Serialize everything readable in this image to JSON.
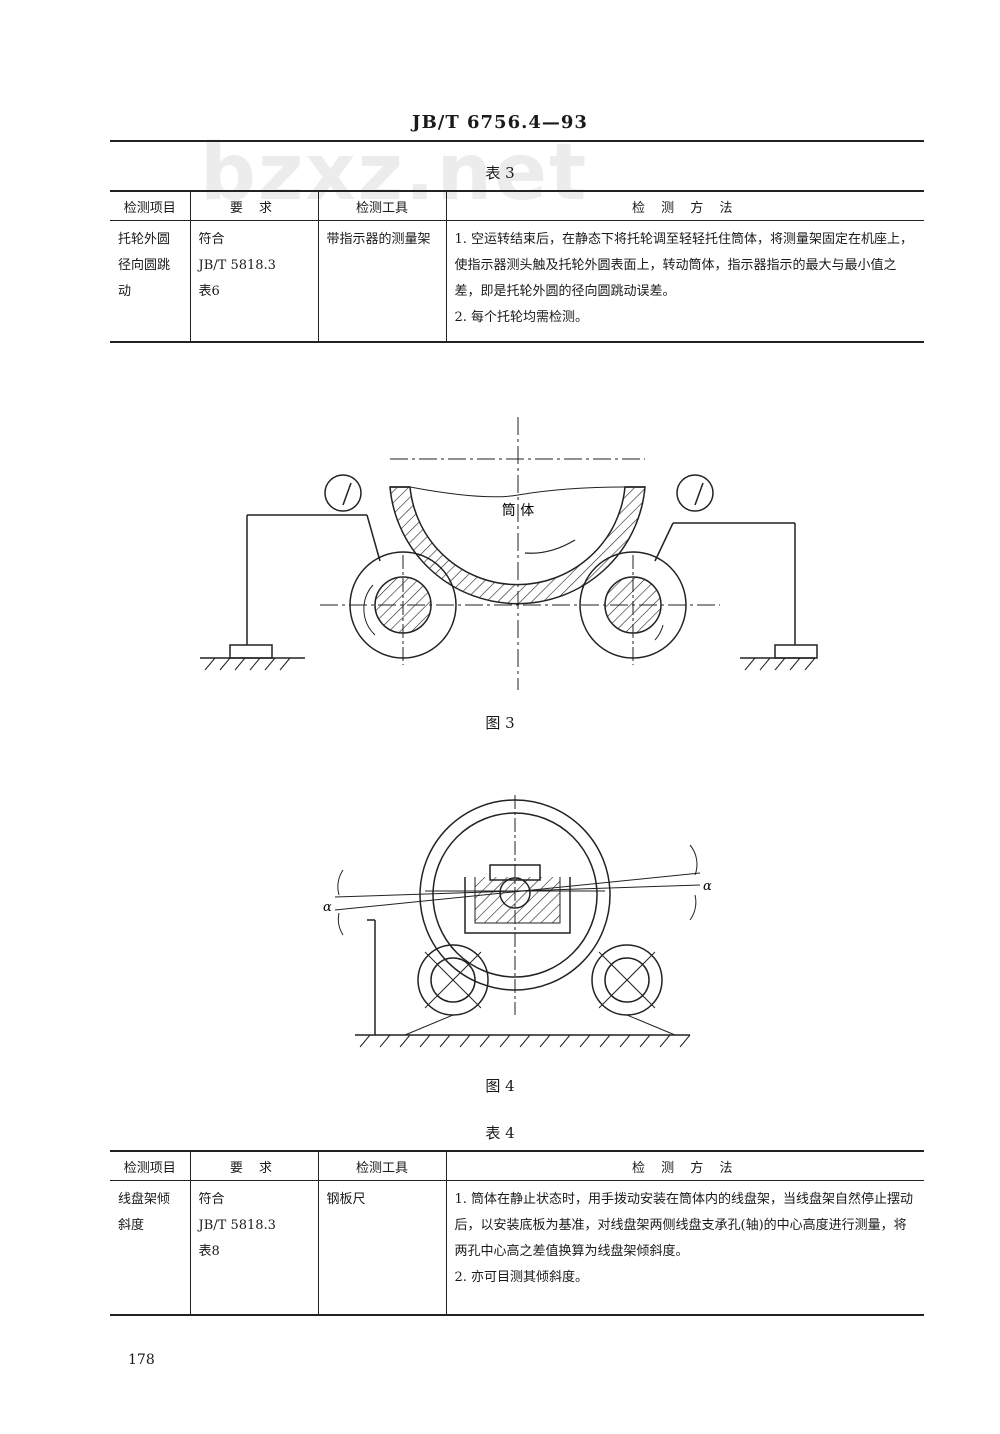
{
  "header": "JB/T 6756.4—93",
  "watermark": "bzxz.net",
  "table3": {
    "title": "表 3",
    "headers": [
      "检测项目",
      "要 求",
      "检测工具",
      "检 测 方 法"
    ],
    "row": {
      "item": "托轮外圆径向圆跳动",
      "requirement": "符合\nJB/T 5818.3\n表6",
      "tool": "带指示器的测量架",
      "method": "1. 空运转结束后，在静态下将托轮调至轻轻托住筒体，将测量架固定在机座上，使指示器测头触及托轮外圆表面上，转动筒体，指示器指示的最大与最小值之差，即是托轮外圆的径向圆跳动误差。\n2. 每个托轮均需检测。"
    }
  },
  "figure3": {
    "caption": "图 3",
    "label": "筒 体"
  },
  "figure4": {
    "caption": "图 4",
    "alpha_label": "α"
  },
  "table4": {
    "title": "表 4",
    "headers": [
      "检测项目",
      "要 求",
      "检测工具",
      "检 测 方 法"
    ],
    "row": {
      "item": "线盘架倾斜度",
      "requirement": "符合\nJB/T 5818.3\n表8",
      "tool": "钢板尺",
      "method": "1. 筒体在静止状态时，用手拨动安装在筒体内的线盘架，当线盘架自然停止摆动后，以安装底板为基准，对线盘架两侧线盘支承孔(轴)的中心高度进行测量，将两孔中心高之差值换算为线盘架倾斜度。\n2. 亦可目测其倾斜度。"
    }
  },
  "page_number": "178"
}
